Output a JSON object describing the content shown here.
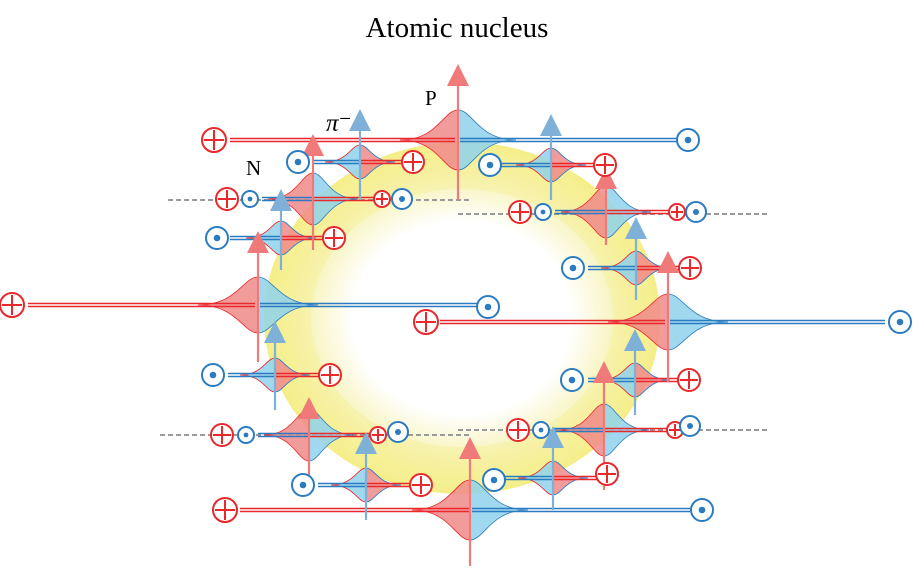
{
  "title": "Atomic nucleus",
  "labels": {
    "proton": "P",
    "pion": "π⁻",
    "neutron": "N"
  },
  "colors": {
    "proton": "#e8282a",
    "electron": "#2b7bc0",
    "proton_arrow": "#f07a7a",
    "pion_arrow": "#7fb0d8",
    "proton_wave": "#f08a8a",
    "electron_wave": "#8fd2ec",
    "overlap_wave": "#9fd6a8",
    "ring": "#f5ee86",
    "dashed_line": "#9a9a9a"
  },
  "icons": {
    "proton": "circle-plus-icon",
    "electron": "circle-dot-icon"
  }
}
